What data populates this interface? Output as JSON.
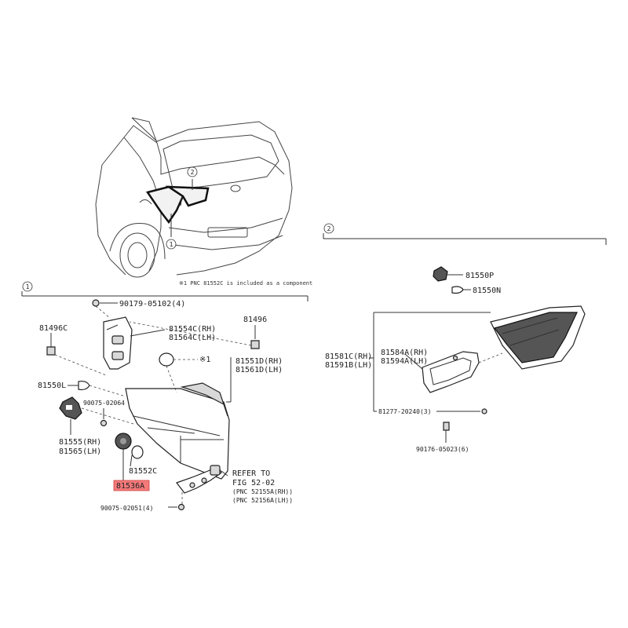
{
  "callouts": {
    "group1": "1",
    "group2": "2",
    "car_marker_1": "1",
    "car_marker_2": "2"
  },
  "note": "※1 PNC 81552C is included as a component",
  "group1_labels": {
    "screw_top": "90179-05102(4)",
    "p81496C": "81496C",
    "p81550L": "81550L",
    "screw_mid": "90075-02064",
    "p81555": "81555(RH)",
    "p81565": "81565(LH)",
    "p81536A": "81536A",
    "p81552C": "81552C",
    "screw_bottom": "90075-02051(4)",
    "p81554C": "81554C(RH)",
    "p81564C": "81564C(LH)",
    "note_ref": "※1",
    "p81496": "81496",
    "p81551D": "81551D(RH)",
    "p81561D": "81561D(LH)",
    "refer_1": "REFER TO",
    "refer_2": "FIG 52-02",
    "refer_3": "(PNC 52155A(RH))",
    "refer_4": "(PNC 52156A(LH))"
  },
  "group2_labels": {
    "p81550P": "81550P",
    "p81550N": "81550N",
    "p81581C": "81581C(RH)",
    "p81591B": "81591B(LH)",
    "p81584A": "81584A(RH)",
    "p81594A": "81594A(LH)",
    "screw_a": "81277-20240(3)",
    "screw_b": "90176-05023(6)"
  },
  "highlight_color": "#f47a7a"
}
